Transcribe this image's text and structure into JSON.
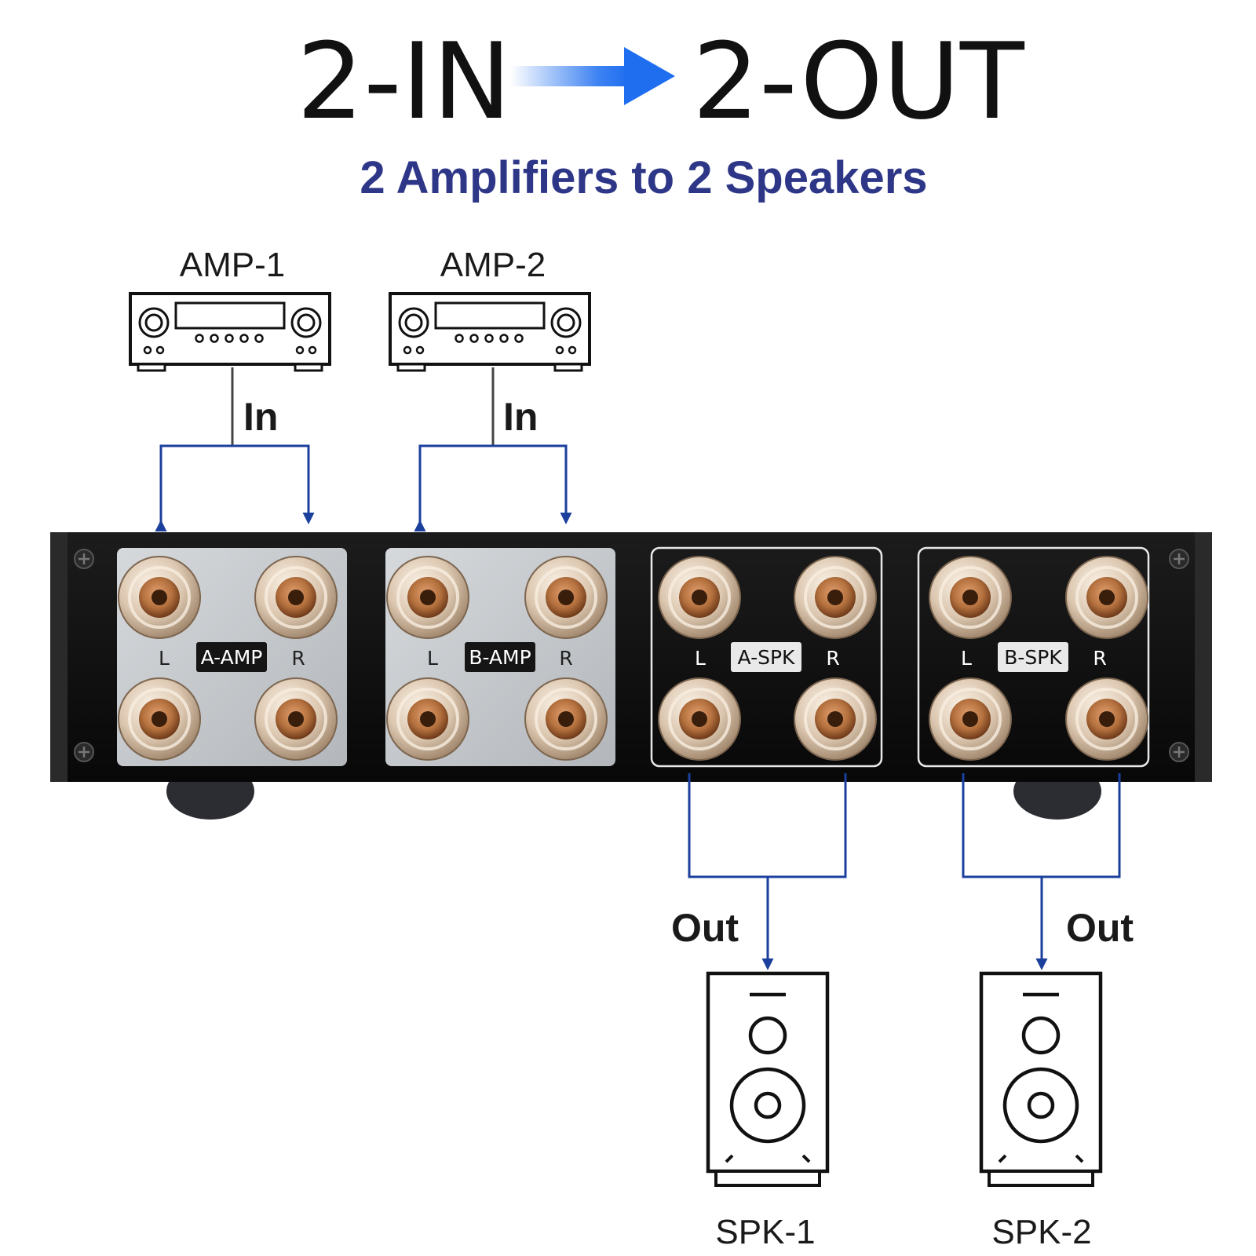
{
  "header": {
    "left": "2-IN",
    "right": "2-OUT",
    "subtitle": "2 Amplifiers to 2 Speakers"
  },
  "amplifiers": [
    {
      "label": "AMP-1",
      "flow_label": "In"
    },
    {
      "label": "AMP-2",
      "flow_label": "In"
    }
  ],
  "device": {
    "input_panels": [
      {
        "label": "A-AMP",
        "left": "L",
        "right": "R"
      },
      {
        "label": "B-AMP",
        "left": "L",
        "right": "R"
      }
    ],
    "output_panels": [
      {
        "label": "A-SPK",
        "left": "L",
        "right": "R"
      },
      {
        "label": "B-SPK",
        "left": "L",
        "right": "R"
      }
    ]
  },
  "speakers": [
    {
      "label": "SPK-1",
      "flow_label": "Out"
    },
    {
      "label": "SPK-2",
      "flow_label": "Out"
    }
  ],
  "colors": {
    "arrow": "#1f6ef0",
    "subtitle": "#2e3787",
    "wire": "#1b3f9c",
    "chassis": "#111111",
    "input_plate": "#c6c9cd",
    "copper": "#b4713e"
  },
  "icons": [
    "amplifier-icon",
    "speaker-icon",
    "binding-post-icon",
    "screw-icon",
    "arrow-right-icon"
  ]
}
